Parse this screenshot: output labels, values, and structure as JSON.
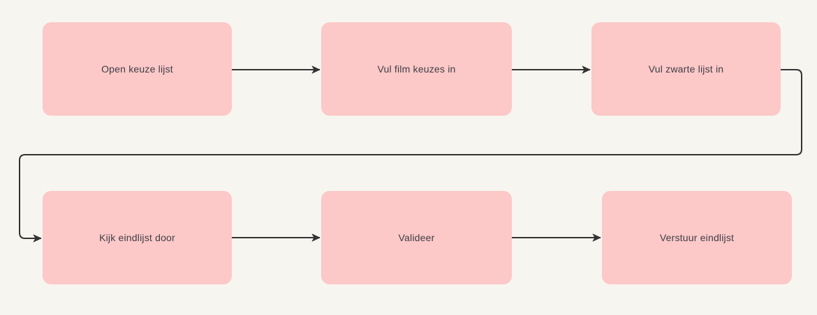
{
  "canvas": {
    "background_color": "#f7f5ef"
  },
  "diagram": {
    "type": "flowchart",
    "node_fill_color": "#fcc8c8",
    "node_text_color": "#3e3e45",
    "connector_color": "#333333",
    "nodes": [
      {
        "id": "open-keuze-lijst",
        "label": "Open keuze lijst"
      },
      {
        "id": "vul-film-keuzes-in",
        "label": "Vul film keuzes in"
      },
      {
        "id": "vul-zwarte-lijst-in",
        "label": "Vul zwarte lijst in"
      },
      {
        "id": "kijk-eindlijst-door",
        "label": "Kijk eindlijst door"
      },
      {
        "id": "valideer",
        "label": "Valideer"
      },
      {
        "id": "verstuur-eindlijst",
        "label": "Verstuur eindlijst"
      }
    ],
    "edges": [
      {
        "from": "open-keuze-lijst",
        "to": "vul-film-keuzes-in",
        "style": "straight-arrow"
      },
      {
        "from": "vul-film-keuzes-in",
        "to": "vul-zwarte-lijst-in",
        "style": "straight-arrow"
      },
      {
        "from": "vul-zwarte-lijst-in",
        "to": "kijk-eindlijst-door",
        "style": "wrap-around-elbow-arrow"
      },
      {
        "from": "kijk-eindlijst-door",
        "to": "valideer",
        "style": "straight-arrow"
      },
      {
        "from": "valideer",
        "to": "verstuur-eindlijst",
        "style": "straight-arrow"
      }
    ]
  }
}
